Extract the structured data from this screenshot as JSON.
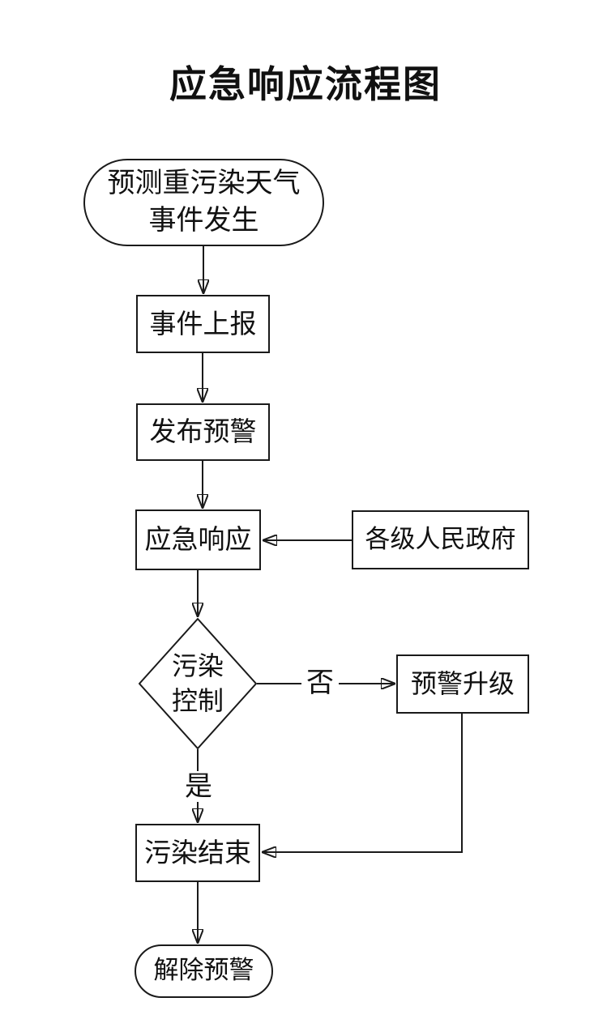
{
  "title": "应急响应流程图",
  "colors": {
    "background": "#ffffff",
    "stroke": "#1a1a1a",
    "text": "#111111"
  },
  "nodes": {
    "start": {
      "label": "预测重污染天气\n事件发生",
      "shape": "terminator"
    },
    "report": {
      "label": "事件上报",
      "shape": "process"
    },
    "issue_warning": {
      "label": "发布预警",
      "shape": "process"
    },
    "response": {
      "label": "应急响应",
      "shape": "process"
    },
    "government": {
      "label": "各级人民政府",
      "shape": "process"
    },
    "decision": {
      "label": "污染\n控制",
      "shape": "decision"
    },
    "upgrade": {
      "label": "预警升级",
      "shape": "process"
    },
    "pollution_end": {
      "label": "污染结束",
      "shape": "process"
    },
    "end": {
      "label": "解除预警",
      "shape": "terminator"
    }
  },
  "edges": {
    "no_label": "否",
    "yes_label": "是"
  }
}
